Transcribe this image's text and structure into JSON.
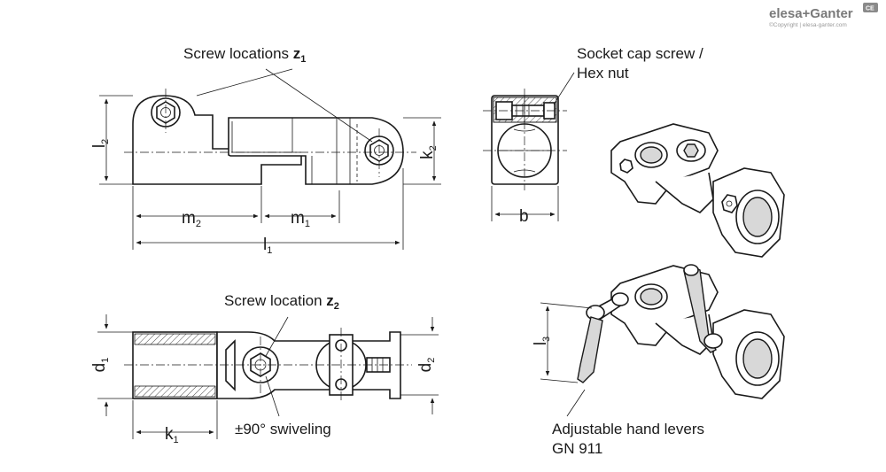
{
  "brand": {
    "name": "elesa+Ganter",
    "copyright": "©Copyright | elesa-ganter.com",
    "badge": "CE"
  },
  "labels": {
    "screw_z1_text": "Screw locations ",
    "screw_z1_symbol": "z",
    "screw_z1_sub": "1",
    "screw_z2_text": "Screw location ",
    "screw_z2_symbol": "z",
    "screw_z2_sub": "2",
    "socket_line1": "Socket cap screw /",
    "socket_line2": "Hex nut",
    "swivel": "±90° swiveling",
    "levers_line1": "Adjustable hand levers",
    "levers_line2": "GN 911"
  },
  "dimensions": {
    "l2": {
      "main": "l",
      "sub": "2"
    },
    "k2": {
      "main": "k",
      "sub": "2"
    },
    "m2": {
      "main": "m",
      "sub": "2"
    },
    "m1": {
      "main": "m",
      "sub": "1"
    },
    "l1": {
      "main": "l",
      "sub": "1"
    },
    "b": {
      "main": "b",
      "sub": ""
    },
    "d1": {
      "main": "d",
      "sub": "1"
    },
    "d2": {
      "main": "d",
      "sub": "2"
    },
    "k1": {
      "main": "k",
      "sub": "1"
    },
    "l3": {
      "main": "l",
      "sub": "3"
    }
  }
}
